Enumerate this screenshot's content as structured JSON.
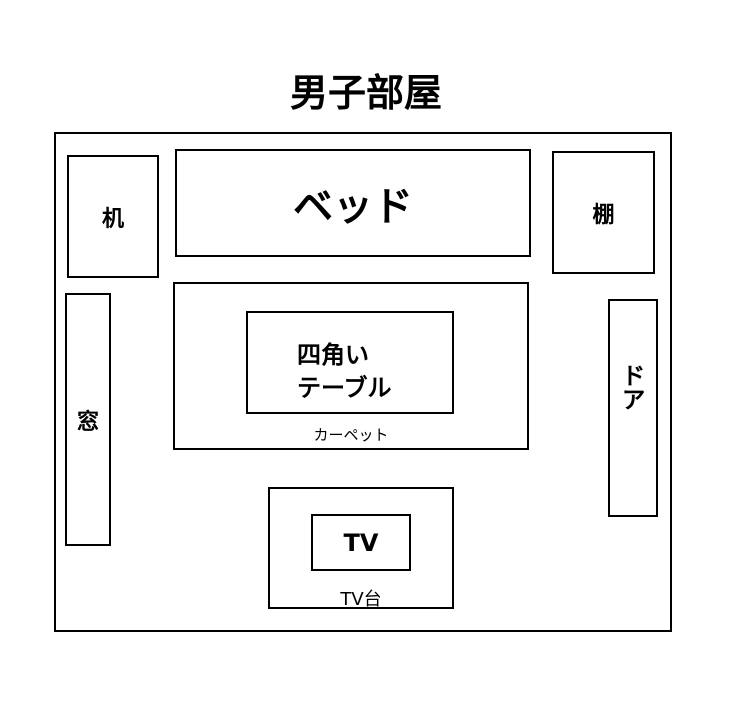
{
  "title": "男子部屋",
  "furniture": {
    "desk": "机",
    "bed": "ベッド",
    "shelf": "棚",
    "window": "窓",
    "carpet": "カーペット",
    "table_line1": "四角い",
    "table_line2": "テーブル",
    "door": "ドア",
    "tv": "TV",
    "tv_stand": "TV台"
  }
}
